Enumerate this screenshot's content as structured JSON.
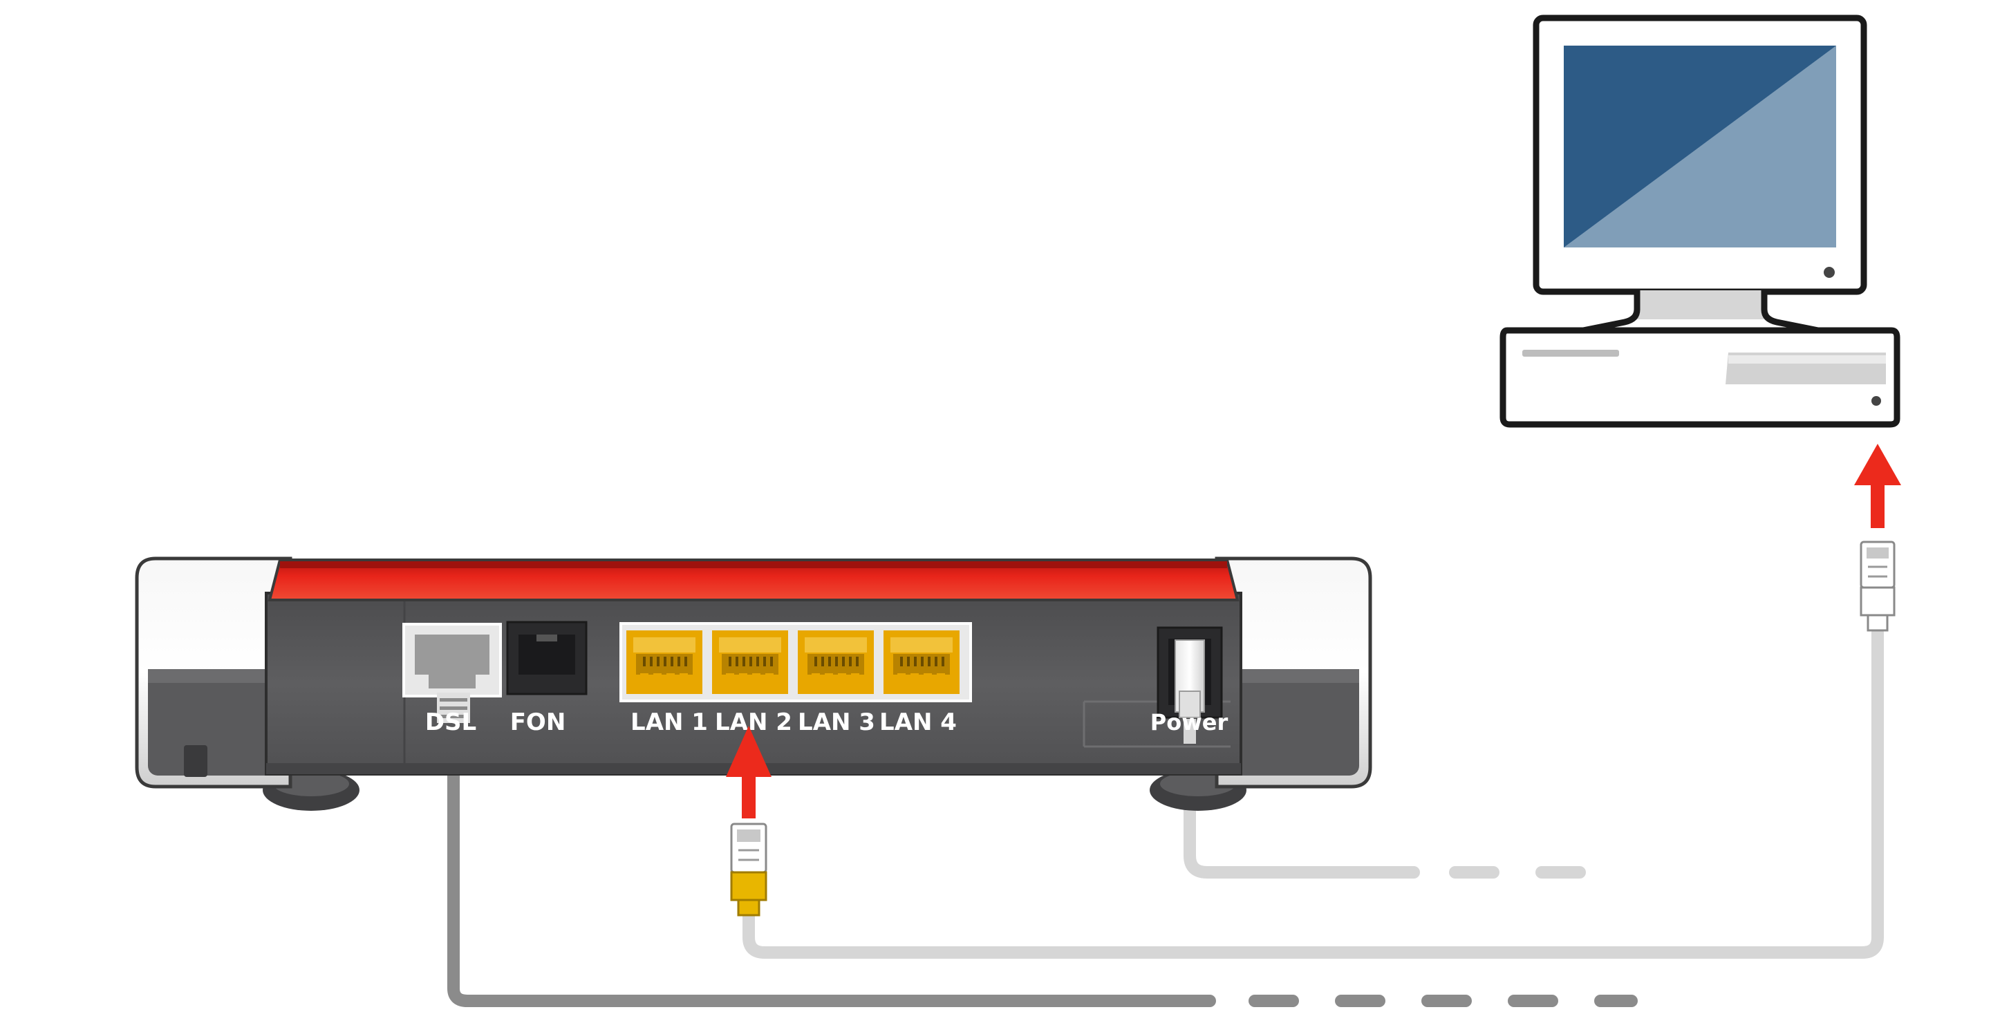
{
  "router": {
    "ports": {
      "dsl": "DSL",
      "fon": "FON",
      "lan1": "LAN 1",
      "lan2": "LAN 2",
      "lan3": "LAN 3",
      "lan4": "LAN 4",
      "power": "Power"
    }
  },
  "colors": {
    "router_red": "#e8241a",
    "router_body": "#58585a",
    "lan_port": "#e8a700",
    "arrow": "#ec2a1c",
    "monitor_screen_dark": "#2d5b86",
    "monitor_screen_light": "#809eb8",
    "cable_dark": "#8b8b8b",
    "cable_light": "#d6d6d6"
  },
  "icons": [
    "router-device",
    "computer-icon",
    "ethernet-plug-icon",
    "arrow-up-icon"
  ]
}
